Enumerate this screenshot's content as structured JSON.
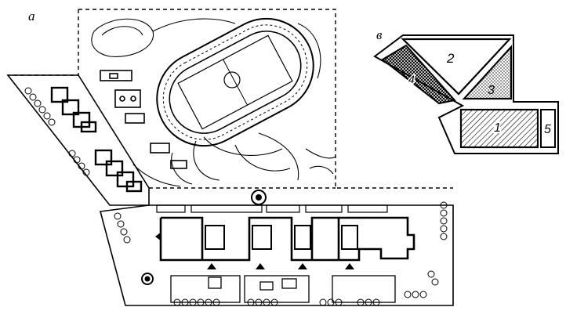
{
  "panel_labels": {
    "left": "a",
    "right": "в"
  },
  "zone_labels": [
    "1",
    "2",
    "3",
    "4",
    "5"
  ],
  "colors": {
    "ink": "#000000",
    "paper": "#ffffff"
  }
}
